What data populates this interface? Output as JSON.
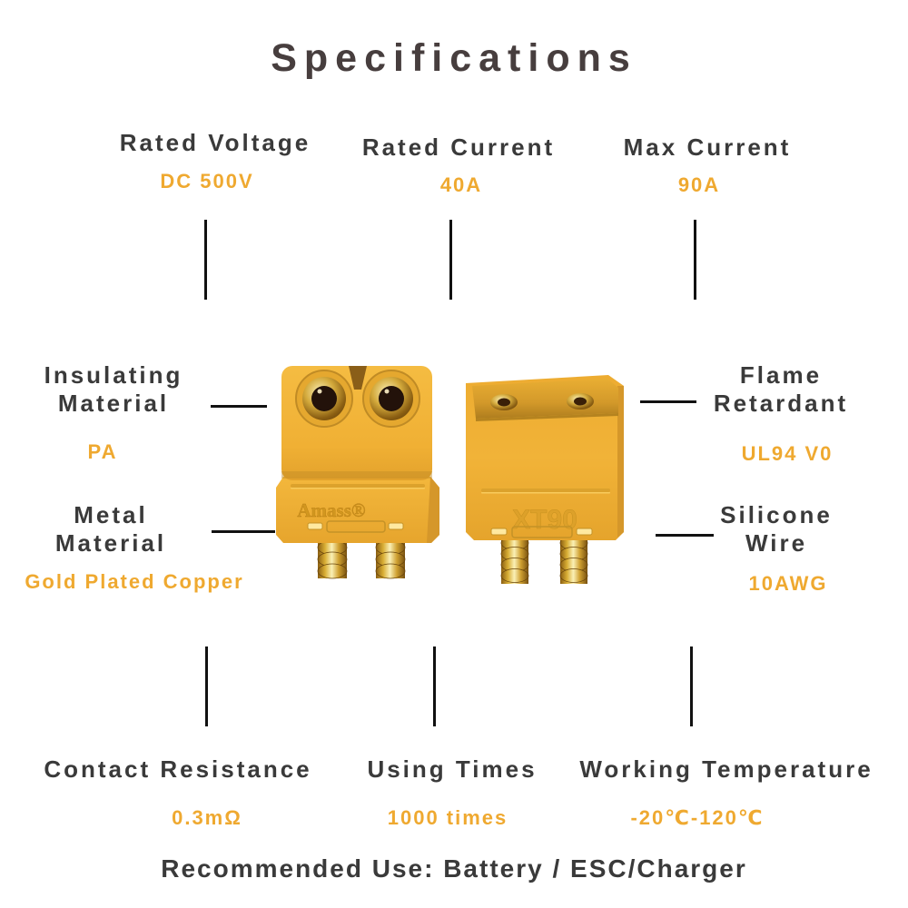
{
  "page": {
    "title": "Specifications",
    "footer": "Recommended Use: Battery / ESC/Charger"
  },
  "colors": {
    "accent": "#EFA930",
    "label": "#3A3A3A",
    "title": "#473E3E",
    "line": "#111111",
    "yellow": "#F1B338"
  },
  "specs": {
    "top": [
      {
        "label": "Rated Voltage",
        "value": "DC 500V"
      },
      {
        "label": "Rated Current",
        "value": "40A"
      },
      {
        "label": "Max Current",
        "value": "90A"
      }
    ],
    "middle_left": [
      {
        "label_line1": "Insulating",
        "label_line2": "Material",
        "value": "PA"
      },
      {
        "label_line1": "Metal",
        "label_line2": "Material",
        "value": "Gold Plated Copper"
      }
    ],
    "middle_right": [
      {
        "label_line1": "Flame",
        "label_line2": "Retardant",
        "value": "UL94 V0"
      },
      {
        "label_line1": "Silicone",
        "label_line2": "Wire",
        "value": "10AWG"
      }
    ],
    "bottom": [
      {
        "label": "Contact Resistance",
        "value": "0.3mΩ"
      },
      {
        "label": "Using Times",
        "value": "1000 times"
      },
      {
        "label": "Working Temperature",
        "value": "-20℃-120℃"
      }
    ]
  },
  "connectors": {
    "left_marking": "Amass®",
    "right_marking": "XT90"
  }
}
